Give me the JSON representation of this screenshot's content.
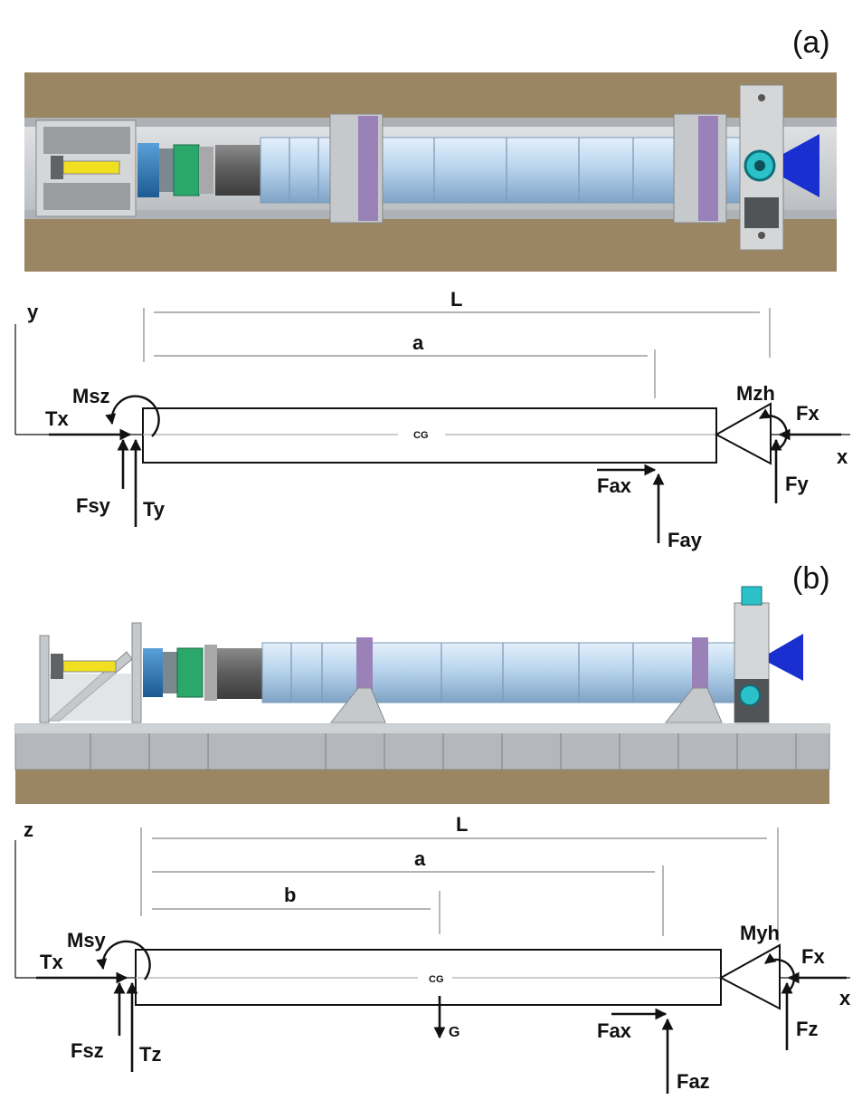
{
  "panel_a": {
    "tag": "(a)",
    "axes": {
      "vertical": "y",
      "horizontal": "x"
    },
    "dims": {
      "L": "L",
      "a": "a"
    },
    "cg": "CG",
    "forces": {
      "Tx": "Tx",
      "Msz": "Msz",
      "Fsy": "Fsy",
      "Ty": "Ty",
      "Mzh": "Mzh",
      "Fx": "Fx",
      "Fy": "Fy",
      "Fax": "Fax",
      "Fay": "Fay"
    }
  },
  "panel_b": {
    "tag": "(b)",
    "axes": {
      "vertical": "z",
      "horizontal": "x"
    },
    "dims": {
      "L": "L",
      "a": "a",
      "b": "b"
    },
    "cg": "CG",
    "weight": "G",
    "forces": {
      "Tx": "Tx",
      "Msy": "Msy",
      "Fsz": "Fsz",
      "Tz": "Tz",
      "Myh": "Myh",
      "Fx": "Fx",
      "Fz": "Fz",
      "Fax": "Fax",
      "Faz": "Faz"
    }
  },
  "colors": {
    "ground": "#9a8662",
    "rail": "#cfd2d4",
    "motor": "#b8d4ee",
    "support": "#9a82b8",
    "nozzle": "#1a2fd0",
    "shaft": "#f0e020",
    "ink": "#111111"
  }
}
